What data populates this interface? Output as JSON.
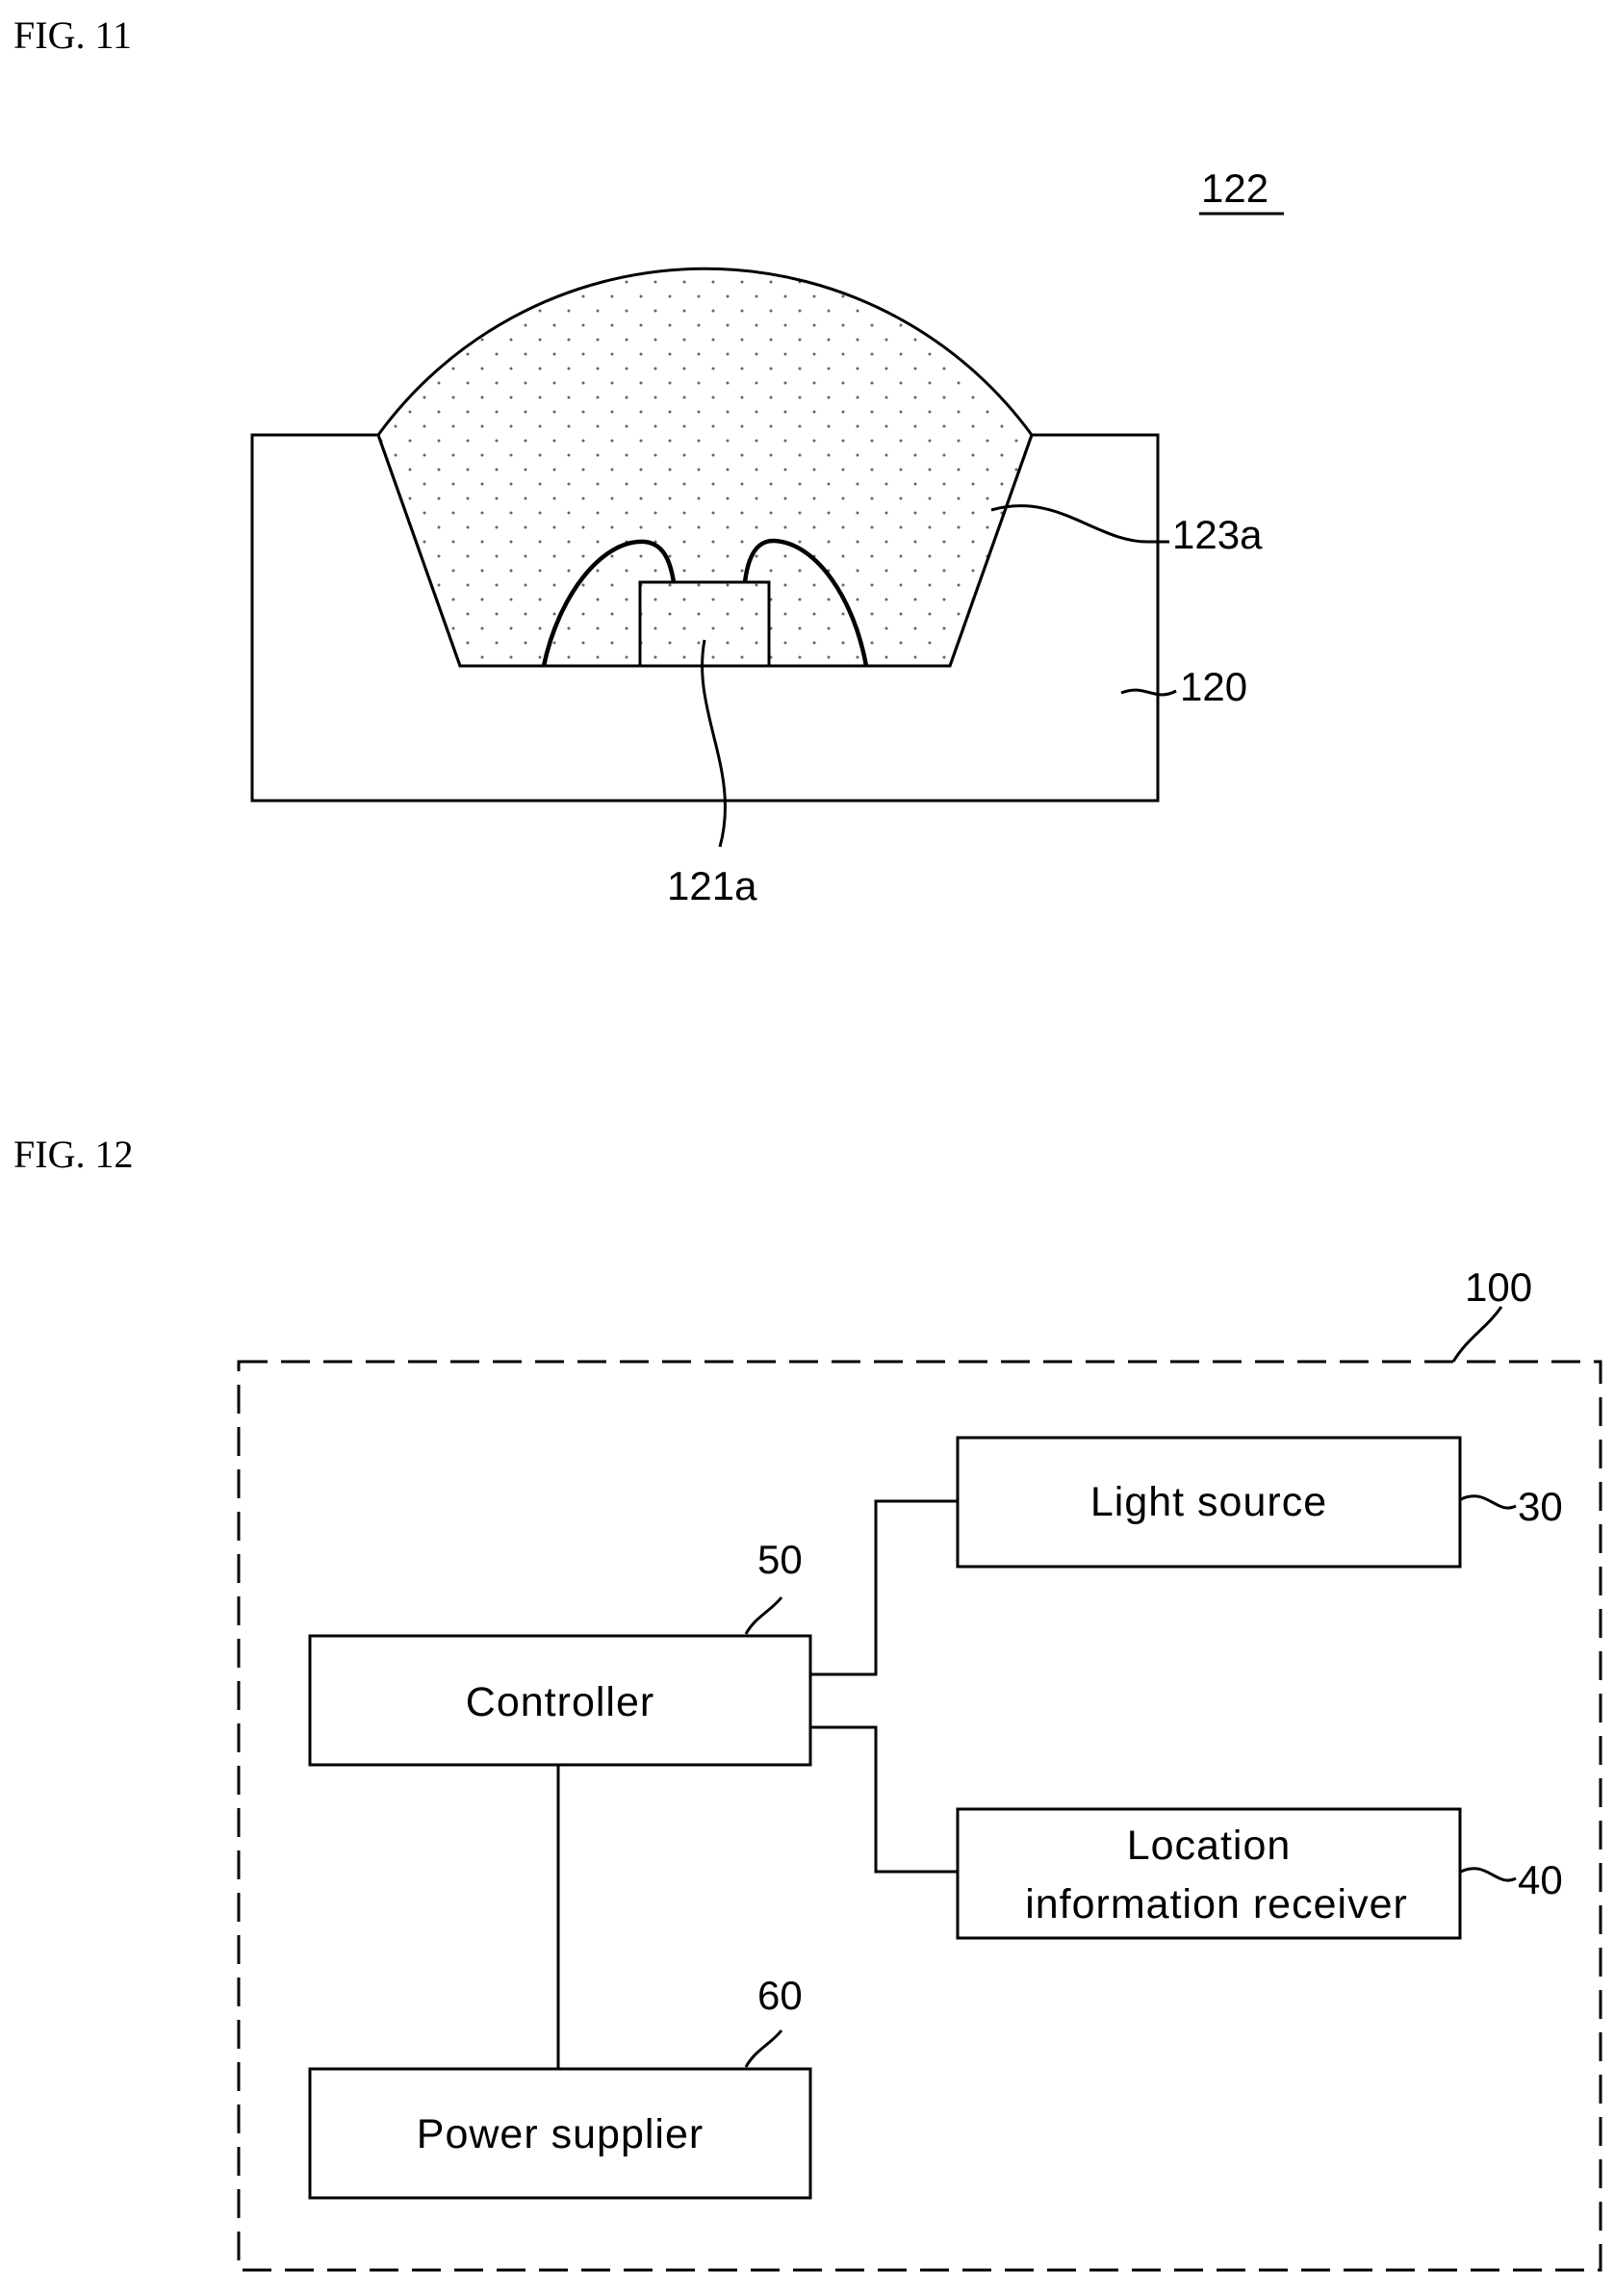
{
  "fig11": {
    "title": "FIG. 11",
    "labels": {
      "ref_122": "122",
      "ref_123a": "123a",
      "ref_120": "120",
      "ref_121a": "121a"
    }
  },
  "fig12": {
    "title": "FIG. 12",
    "refs": {
      "system": "100",
      "light_source": "30",
      "location_receiver": "40",
      "controller": "50",
      "power_supplier": "60"
    },
    "boxes": {
      "light_source": "Light source",
      "controller": "Controller",
      "location_line1": "Location",
      "location_line2": "information receiver",
      "power_supplier": "Power supplier"
    }
  }
}
